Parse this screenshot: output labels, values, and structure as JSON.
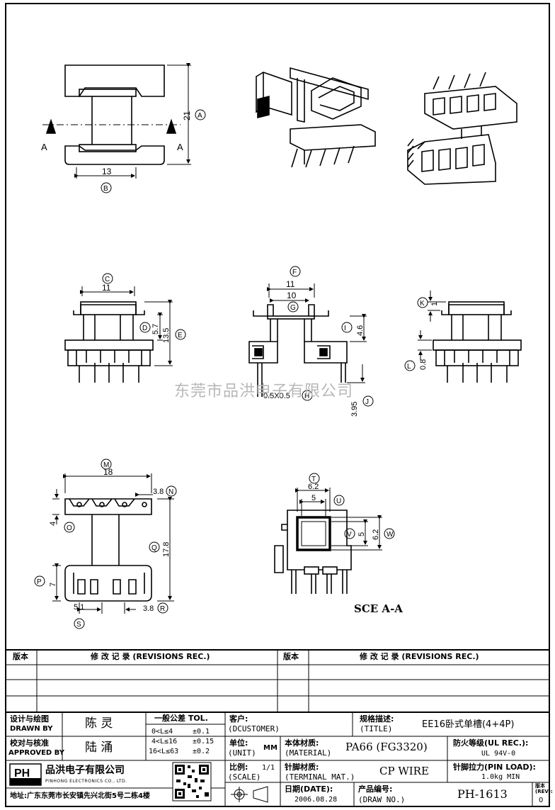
{
  "watermark": "东莞市品洪电子有限公司",
  "views": {
    "top": {
      "dim_21": "21",
      "dim_13": "13",
      "tag_a": "A",
      "tag_b": "B",
      "section_left": "A",
      "section_right": "A"
    },
    "front": {
      "dim_11": "11",
      "dim_57": "5.7",
      "dim_135": "13.5",
      "tag_c": "C",
      "tag_d": "D",
      "tag_e": "E"
    },
    "section": {
      "dim_11": "11",
      "dim_10": "10",
      "dim_46": "4.6",
      "dim_05": "0.5X0.5",
      "dim_395": "3.95",
      "tag_f": "F",
      "tag_g": "G",
      "tag_h": "H",
      "tag_i": "I",
      "tag_j": "J"
    },
    "side": {
      "dim_1": "1",
      "dim_08": "0.8",
      "tag_k": "K",
      "tag_l": "L"
    },
    "bottom": {
      "dim_18": "18",
      "dim_38a": "3.8",
      "dim_4": "4",
      "dim_178": "17.8",
      "dim_7": "7",
      "dim_51": "5.1",
      "dim_38b": "3.8",
      "tag_m": "M",
      "tag_n": "N",
      "tag_o": "O",
      "tag_p": "P",
      "tag_q": "Q",
      "tag_r": "R",
      "tag_s": "S"
    },
    "sectionaa": {
      "dim_62a": "6.2",
      "dim_5a": "5",
      "dim_5b": "5",
      "dim_62b": "6.2",
      "tag_t": "T",
      "tag_u": "U",
      "tag_v": "V",
      "tag_w": "W",
      "caption": "SCE A-A"
    }
  },
  "revisions": {
    "col_version": "版本",
    "col_records": "修 改 记 录 (REVISIONS REC.)"
  },
  "titleblock": {
    "designer_label_cn": "设计与绘图",
    "designer_label_en": "DRAWN BY",
    "designer": "陈 灵",
    "checker_label_cn": "校对与核准",
    "checker_label_en": "APPROVED BY",
    "checker": "陆 涌",
    "tol_title": "一般公差 TOL.",
    "tol_rows": [
      {
        "range": "0<L≤4",
        "value": "±0.1"
      },
      {
        "range": "4<L≤16",
        "value": "±0.15"
      },
      {
        "range": "16<L≤63",
        "value": "±0.2"
      }
    ],
    "customer_label_cn": "客户:",
    "customer_label_en": "(DCUSTOMER)",
    "title_label_cn": "规格描述:",
    "title_label_en": "(TITLE)",
    "title": "EE16卧式单槽(4+4P)",
    "unit_label_cn": "单位:",
    "unit_label_en": "(UNIT)",
    "unit": "MM",
    "material_label_cn": "本体材质:",
    "material_label_en": "(MATERIAL)",
    "material": "PA66 (FG3320)",
    "ul_label_cn": "防火等级(UL REC.):",
    "ul": "UL 94V-0",
    "scale_label_cn": "比例:",
    "scale_label_en": "(SCALE)",
    "scale": "1/1",
    "terminal_label_cn": "针脚材质:",
    "terminal_label_en": "(TERMINAL MAT.)",
    "terminal": "CP WIRE",
    "pinload_label": "针脚拉力(PIN LOAD):",
    "pinload": "1.0kg MIN",
    "date_label_cn": "日期(DATE):",
    "date": "2006.08.28",
    "drawno_label_cn": "产品编号:",
    "drawno_label_en": "(DRAW NO.)",
    "drawno": "PH-1613",
    "rev_label": "版本(REV):",
    "rev": "0",
    "company_cn": "品洪电子有限公司",
    "company_en": "PINHONG ELECTRONICS CO., LTD.",
    "logo_text": "PH",
    "address": "地址:广东东莞市长安镇先兴北街5号二栋4楼"
  }
}
